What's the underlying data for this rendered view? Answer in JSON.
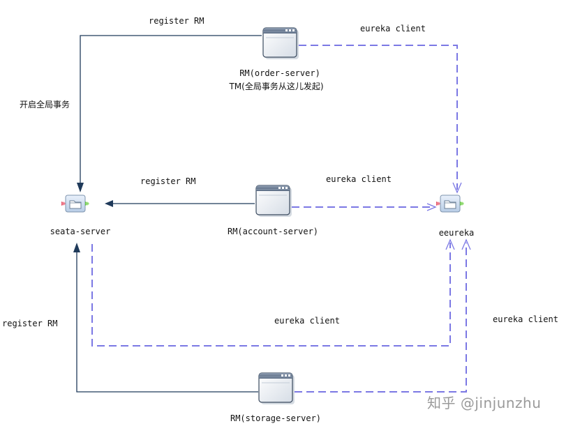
{
  "nodes": {
    "order": {
      "label_line1": "RM(order-server)",
      "label_line2": "TM(全局事务从这儿发起)",
      "icon": "window-icon"
    },
    "account": {
      "label": "RM(account-server)",
      "icon": "window-icon"
    },
    "storage": {
      "label": "RM(storage-server)",
      "icon": "window-icon"
    },
    "seata": {
      "label": "seata-server",
      "icon": "server-folder-icon"
    },
    "eureka": {
      "label": "eeureka",
      "icon": "server-folder-icon"
    }
  },
  "edges": {
    "order_register": "register RM",
    "order_eureka": "eureka client",
    "global_tx": "开启全局事务",
    "account_register": "register RM",
    "account_eureka": "eureka client",
    "seata_eureka": "eureka client",
    "storage_register": "register RM",
    "storage_eureka": "eureka client"
  },
  "colors": {
    "solid_line": "#1f3a5a",
    "dashed_line": "#7b78e4",
    "window_frame": "#3a4a5e",
    "window_title": "#5e6f84"
  },
  "watermark": "知乎 @jinjunzhu"
}
